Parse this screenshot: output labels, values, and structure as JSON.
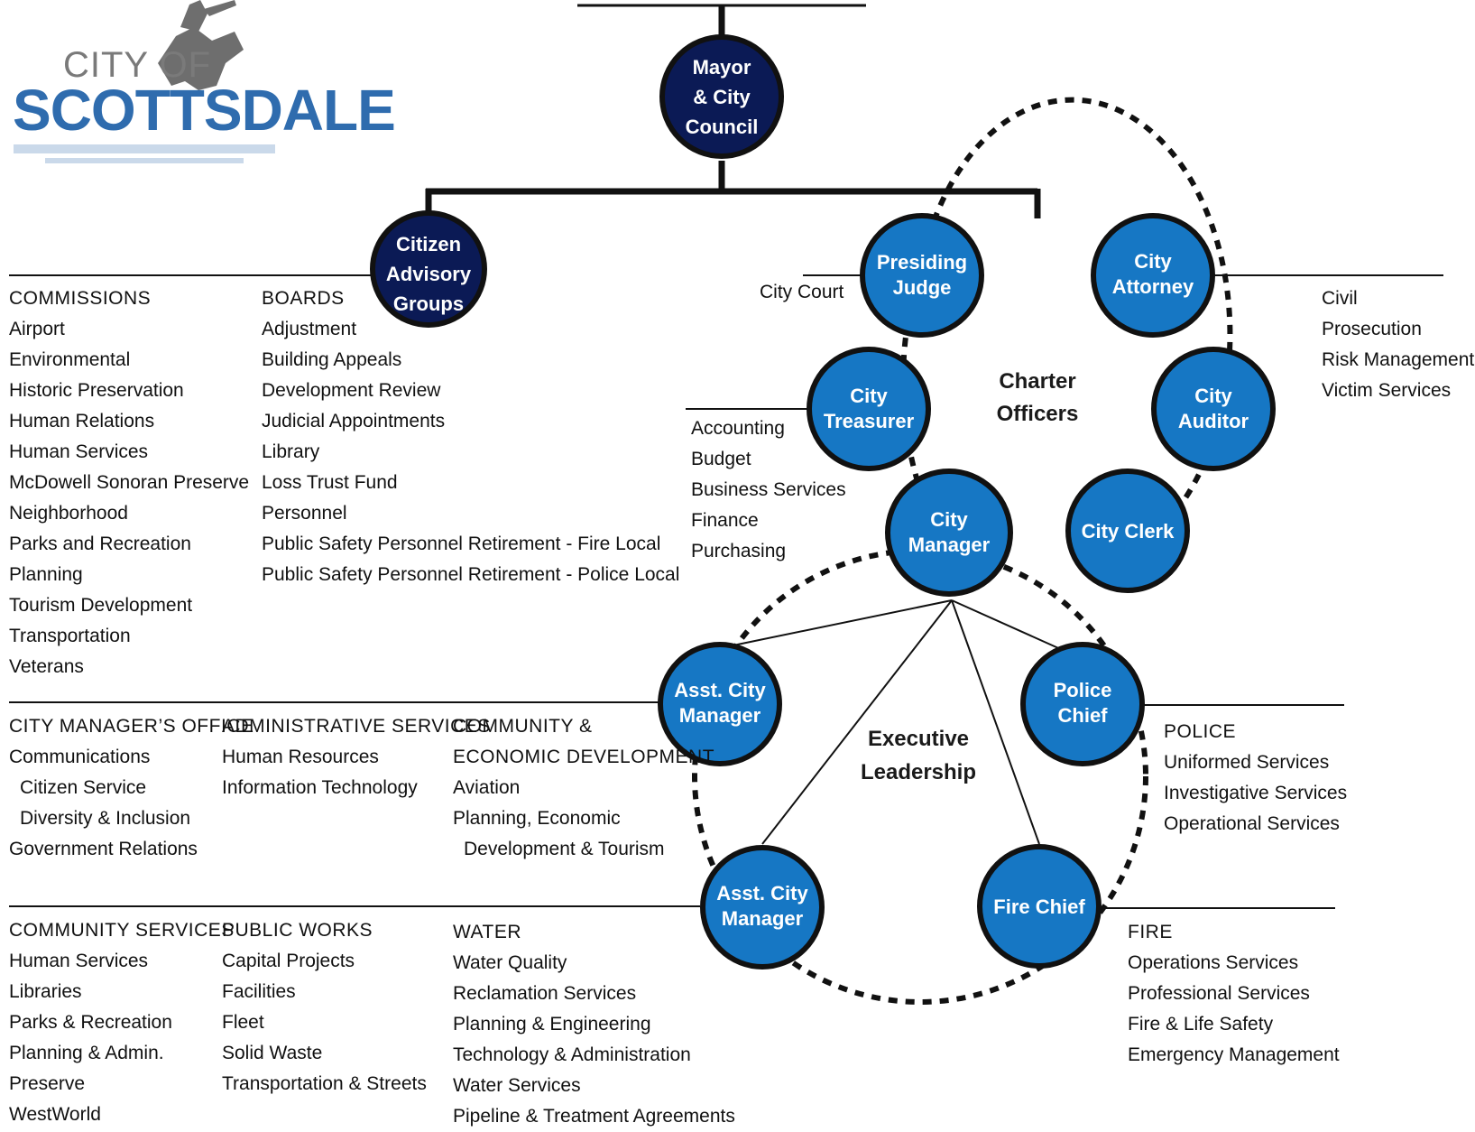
{
  "logo": {
    "line1": "CITY OF",
    "line2": "SCOTTSDALE"
  },
  "nodes": {
    "mayor": [
      "Mayor",
      "& City",
      "Council"
    ],
    "citizen": [
      "Citizen",
      "Advisory",
      "Groups"
    ],
    "judge": [
      "Presiding",
      "Judge"
    ],
    "attorney": [
      "City",
      "Attorney"
    ],
    "treasurer": [
      "City",
      "Treasurer"
    ],
    "auditor": [
      "City",
      "Auditor"
    ],
    "manager": [
      "City",
      "Manager"
    ],
    "clerk": [
      "City Clerk"
    ],
    "acm1": [
      "Asst. City",
      "Manager"
    ],
    "police": [
      "Police",
      "Chief"
    ],
    "acm2": [
      "Asst. City",
      "Manager"
    ],
    "fire": [
      "Fire Chief"
    ]
  },
  "center_labels": {
    "charter": [
      "Charter",
      "Officers"
    ],
    "executive": [
      "Executive",
      "Leadership"
    ]
  },
  "colors": {
    "navy": "#0b1a55",
    "blue": "#1677c4",
    "outline": "#111111"
  },
  "city_court": "City Court",
  "lists": {
    "commissions": {
      "header": "COMMISSIONS",
      "items": [
        "Airport",
        "Environmental",
        "Historic Preservation",
        "Human Relations",
        "Human Services",
        "McDowell Sonoran Preserve",
        "Neighborhood",
        "Parks and Recreation",
        "Planning",
        "Tourism Development",
        "Transportation",
        "Veterans"
      ]
    },
    "boards": {
      "header": "BOARDS",
      "items": [
        "Adjustment",
        "Building Appeals",
        "Development Review",
        "Judicial Appointments",
        "Library",
        "Loss Trust Fund",
        "Personnel",
        "Public Safety Personnel Retirement - Fire Local",
        "Public Safety Personnel Retirement - Police Local"
      ]
    },
    "attorney_depts": {
      "items": [
        "Civil",
        "Prosecution",
        "Risk Management",
        "Victim Services"
      ]
    },
    "treasurer_depts": {
      "items": [
        "Accounting",
        "Budget",
        "Business Services",
        "Finance",
        "Purchasing"
      ]
    },
    "cmo": {
      "header": "CITY MANAGER’S OFFICE",
      "items": [
        "Communications",
        "Citizen Service",
        "Diversity & Inclusion",
        "Government Relations"
      ]
    },
    "admin": {
      "header": "ADMINISTRATIVE SERVICES",
      "items": [
        "Human Resources",
        "Information Technology"
      ]
    },
    "ced": {
      "header1": "COMMUNITY &",
      "header2": "ECONOMIC DEVELOPMENT",
      "items": [
        "Aviation",
        "Planning, Economic",
        "Development & Tourism"
      ]
    },
    "police": {
      "header": "POLICE",
      "items": [
        "Uniformed Services",
        "Investigative Services",
        "Operational Services"
      ]
    },
    "community": {
      "header": "COMMUNITY SERVICES",
      "items": [
        "Human Services",
        "Libraries",
        "Parks & Recreation",
        "Planning & Admin.",
        "Preserve",
        "WestWorld"
      ]
    },
    "publicworks": {
      "header": "PUBLIC WORKS",
      "items": [
        "Capital Projects",
        "Facilities",
        "Fleet",
        "Solid Waste",
        "Transportation & Streets"
      ]
    },
    "water": {
      "header": "WATER",
      "items": [
        "Water Quality",
        "Reclamation Services",
        "Planning & Engineering",
        "Technology & Administration",
        "Water Services",
        "Pipeline & Treatment Agreements"
      ]
    },
    "fire": {
      "header": "FIRE",
      "items": [
        "Operations Services",
        "Professional Services",
        "Fire & Life Safety",
        "Emergency Management"
      ]
    }
  }
}
